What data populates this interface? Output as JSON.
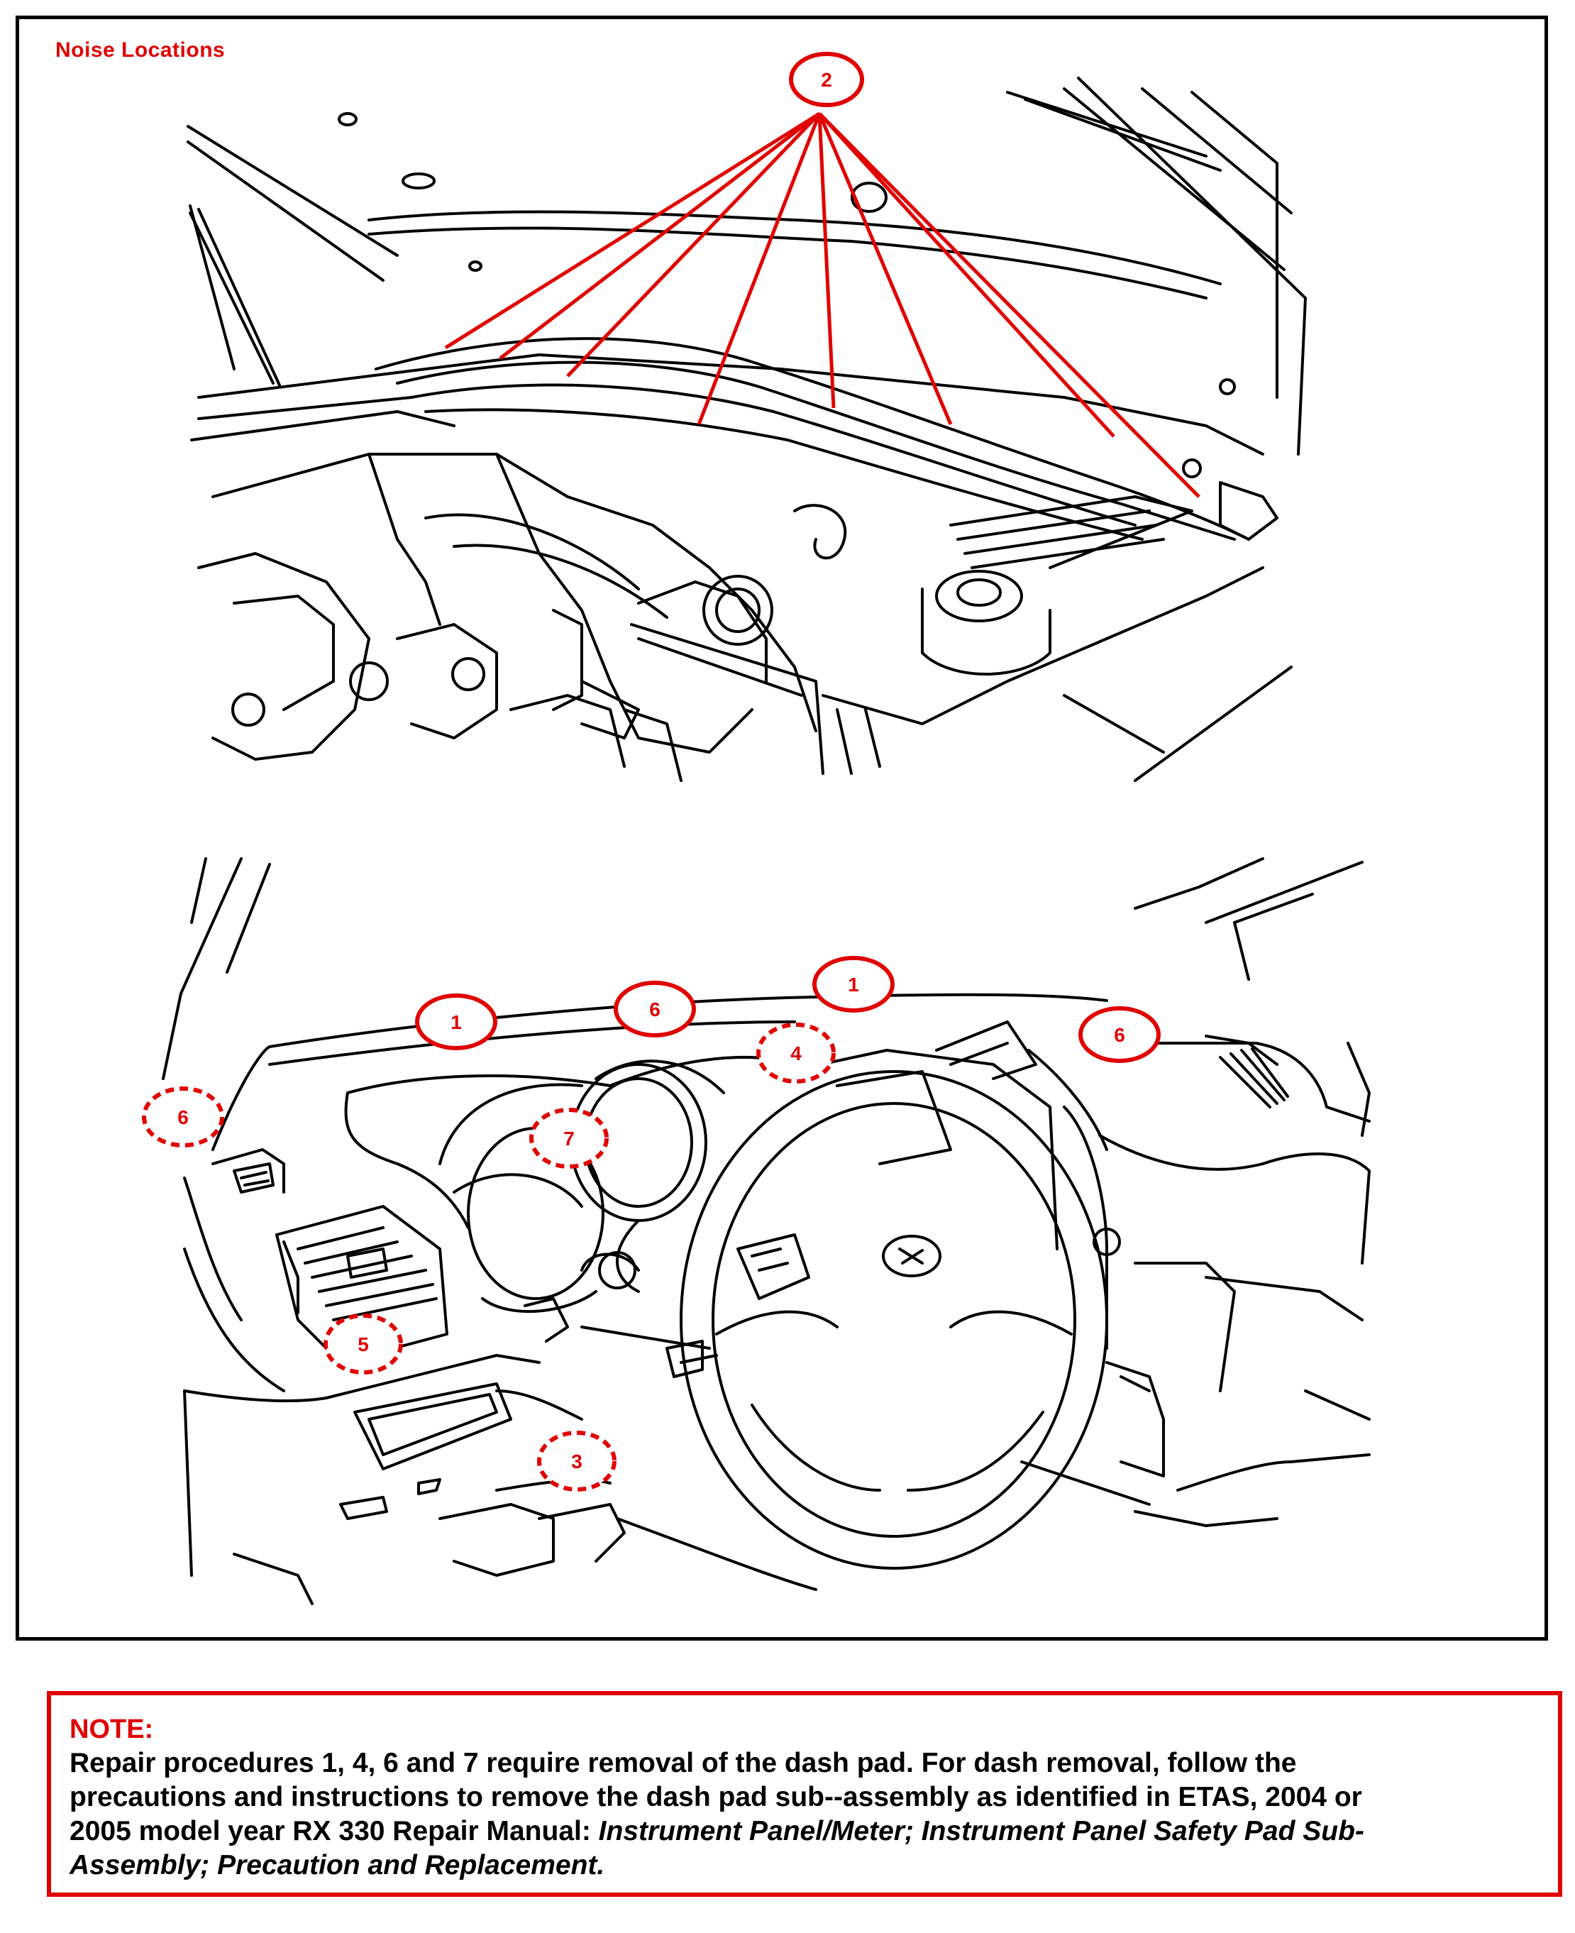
{
  "figure": {
    "title": "Noise Locations",
    "engine_bay_callouts": [
      {
        "id": "2",
        "style": "solid"
      }
    ],
    "dashboard_callouts": [
      {
        "id": "1",
        "style": "solid",
        "which": "left"
      },
      {
        "id": "6",
        "style": "solid",
        "which": "center"
      },
      {
        "id": "1",
        "style": "solid",
        "which": "right"
      },
      {
        "id": "6",
        "style": "solid",
        "which": "right"
      },
      {
        "id": "4",
        "style": "dashed",
        "which": "meter-hood"
      },
      {
        "id": "6",
        "style": "dashed",
        "which": "a-pillar"
      },
      {
        "id": "7",
        "style": "dashed",
        "which": "meter"
      },
      {
        "id": "5",
        "style": "dashed",
        "which": "side-vent"
      },
      {
        "id": "3",
        "style": "dashed",
        "which": "lower-panel"
      }
    ],
    "callout_color": "#e00000",
    "line_color": "#000000"
  },
  "note": {
    "heading": "NOTE:",
    "line1": "Repair procedures 1, 4, 6 and 7 require removal of the dash pad. For dash removal, follow the",
    "line2": "precautions and instructions to remove the dash pad sub--assembly as identified in ETAS, 2004 or",
    "line3_plain": "2005 model year RX 330 Repair Manual: ",
    "line3_italic": "Instrument Panel/Meter; Instrument Panel Safety Pad Sub-",
    "line4_italic": "Assembly; Precaution and Replacement."
  }
}
